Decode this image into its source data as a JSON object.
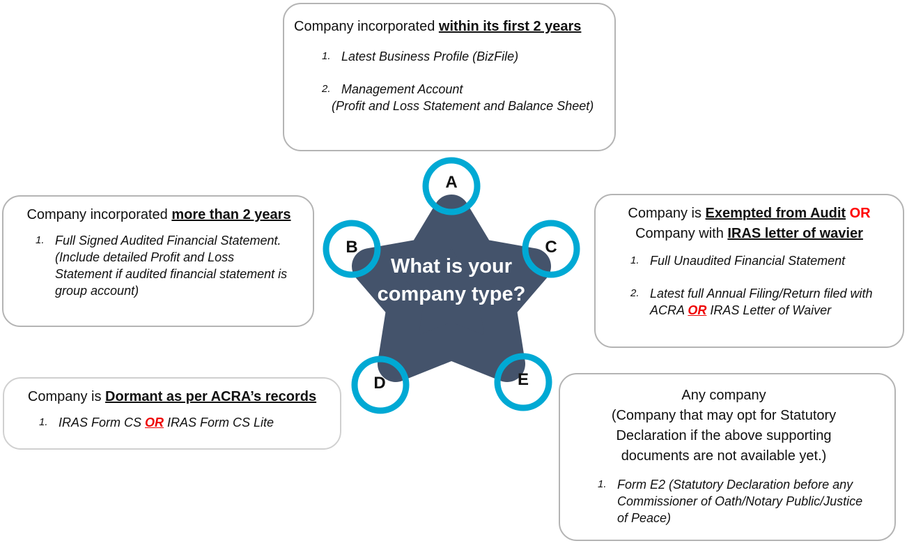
{
  "colors": {
    "star": "#44536b",
    "ring": "#00a9d4",
    "accent_red": "#ff0000"
  },
  "center": {
    "question": "What is your company type?"
  },
  "markers": [
    "A",
    "B",
    "C",
    "D",
    "E"
  ],
  "box_a": {
    "prefix": "Company incorporated ",
    "highlight": "within its first 2 years",
    "items": [
      {
        "num": "1.",
        "text": "Latest Business Profile (BizFile)"
      },
      {
        "num": "2.",
        "text": "Management Account",
        "sub": "(Profit and Loss Statement and Balance Sheet)"
      }
    ]
  },
  "box_b": {
    "prefix": "Company incorporated ",
    "highlight": "more than 2 years",
    "items": [
      {
        "num": "1.",
        "text": "Full Signed Audited Financial Statement. (Include detailed Profit and Loss Statement if audited financial statement is group account)"
      }
    ]
  },
  "box_c": {
    "prefix1": "Company is ",
    "highlight1": "Exempted from Audit",
    "or": "OR",
    "prefix2": "Company with ",
    "highlight2": "IRAS letter of wavier",
    "items": [
      {
        "num": "1.",
        "text": "Full Unaudited Financial Statement"
      },
      {
        "num": "2.",
        "text_a": "Latest full Annual Filing/Return filed with ACRA ",
        "or": "OR",
        "text_b": " IRAS Letter of Waiver"
      }
    ]
  },
  "box_d": {
    "prefix": "Company is ",
    "highlight": "Dormant as per ACRA’s records",
    "items": [
      {
        "num": "1.",
        "text_a": "IRAS Form CS ",
        "or": "OR",
        "text_b": " IRAS Form CS Lite"
      }
    ]
  },
  "box_e": {
    "line1": "Any company",
    "line2": "(Company that may opt for Statutory Declaration if the above supporting documents are not available yet.)",
    "items": [
      {
        "num": "1.",
        "text": "Form E2 (Statutory Declaration before any Commissioner of Oath/Notary Public/Justice of Peace)"
      }
    ]
  }
}
